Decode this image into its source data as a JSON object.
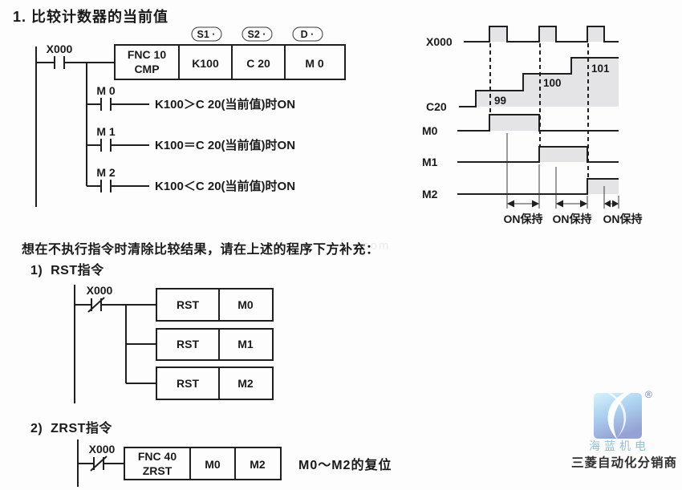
{
  "colors": {
    "line": "#1f1f1f",
    "shade": "#e4e4e6",
    "logo_light": "#cdeafb",
    "logo_dark": "#96a2d4",
    "logo_text": "#8fc2de"
  },
  "title": "1. 比较计数器的当前值",
  "cmp": {
    "contact": "X000",
    "tags": [
      "S1 ·",
      "S2 ·",
      "D ·"
    ],
    "fnc1": "FNC 10",
    "fnc2": "CMP",
    "operands": [
      "K100",
      "C 20",
      "M 0"
    ],
    "branches": [
      {
        "contact": "M 0",
        "desc": "K100＞C 20(当前值)时ON"
      },
      {
        "contact": "M 1",
        "desc": "K100＝C 20(当前值)时ON"
      },
      {
        "contact": "M 2",
        "desc": "K100＜C 20(当前值)时ON"
      }
    ]
  },
  "timing": {
    "signals": [
      "X000",
      "C20",
      "M0",
      "M1",
      "M2"
    ],
    "counts": [
      "99",
      "100",
      "101"
    ],
    "holds": [
      "ON保持",
      "ON保持",
      "ON保持"
    ]
  },
  "note": "想在不执行指令时清除比较结果，请在上述的程序下方补充：",
  "watermark": "com",
  "rst": {
    "heading": "1)  RST指令",
    "contact": "X000",
    "rows": [
      {
        "op": "RST",
        "dev": "M0"
      },
      {
        "op": "RST",
        "dev": "M1"
      },
      {
        "op": "RST",
        "dev": "M2"
      }
    ]
  },
  "zrst": {
    "heading": "2)  ZRST指令",
    "contact": "X000",
    "fnc1": "FNC 40",
    "fnc2": "ZRST",
    "operands": [
      "M0",
      "M2"
    ],
    "caption": "M0～M2的复位"
  },
  "logo": {
    "reg": "®",
    "name": "海蓝机电",
    "tagline": "三菱自动化分销商"
  }
}
